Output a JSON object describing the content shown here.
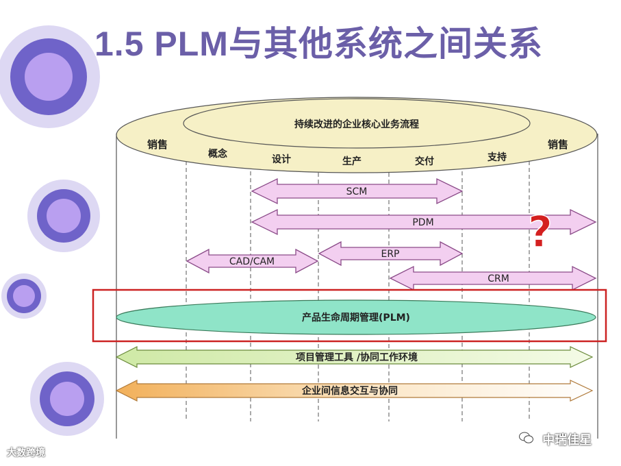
{
  "title": "1.5 PLM与其他系统之间关系",
  "diagram": {
    "top_banner": "持续改进的企业核心业务流程",
    "stages": {
      "sales_left": "销售",
      "concept": "概念",
      "design": "设计",
      "production": "生产",
      "delivery": "交付",
      "support": "支持",
      "sales_right": "销售"
    },
    "systems": {
      "scm": "SCM",
      "pdm": "PDM",
      "erp": "ERP",
      "cadcam": "CAD/CAM",
      "crm": "CRM"
    },
    "question_mark": "?",
    "plm": "产品生命周期管理(PLM)",
    "project_bar": "项目管理工具 /协同工作环境",
    "interenterprise_bar": "企业间信息交互与协同",
    "colors": {
      "title": "#6b5fa8",
      "ellipse_fill": "#f6f0c6",
      "arrow_pink": "#f3cff0",
      "arrow_border": "#8a4a88",
      "plm_fill": "#8fe4c8",
      "highlight_red": "#cc2222",
      "question_red": "#d42020",
      "circle_dark": "#6f63c9",
      "circle_light": "#b99ff0",
      "circle_pale": "#ddd8f3"
    }
  },
  "watermarks": {
    "left": "大数跨境",
    "right": "中瑞佳星"
  }
}
